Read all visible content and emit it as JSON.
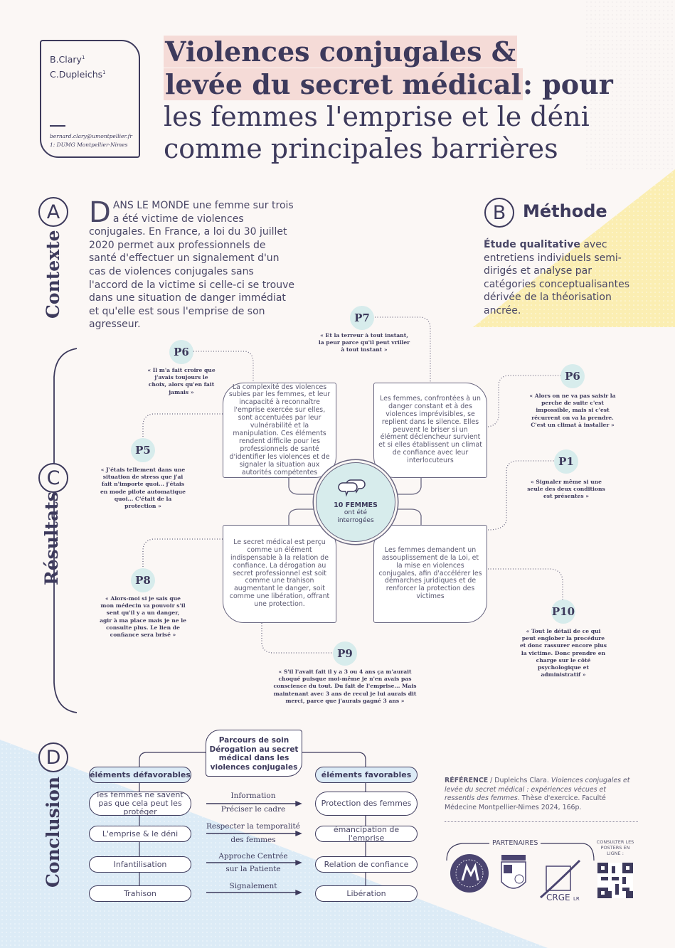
{
  "authors": {
    "names": [
      "B.Clary",
      "C.Dupleichs"
    ],
    "sup": "1",
    "email": "bernard.clary@umontpellier.fr",
    "affiliation": "1: DUMG Montpellier-Nimes"
  },
  "title": {
    "line1": "Violences conjugales &",
    "line2_bold": "levée du secret médical",
    "line2_rest": ": pour",
    "line3": "les femmes l'emprise et le déni",
    "line4": "comme principales barrières"
  },
  "sections": {
    "a_letter": "A",
    "a_label": "Contexte",
    "b_letter": "B",
    "b_label": "Méthode",
    "c_letter": "C",
    "c_label": "Résultats",
    "d_letter": "D",
    "d_label": "Conclusion"
  },
  "context": {
    "dropcap": "D",
    "lead": "ANS LE MONDE",
    "text": " une femme sur trois a été victime de violences conjugales. En France, a loi du 30 juillet 2020 permet aux professionnels de santé d'effectuer un signalement d'un cas de violences conjugales sans l'accord de la victime si celle-ci se trouve dans une situation de danger immédiat et qu'elle est sous l'emprise de son agresseur."
  },
  "method": {
    "bold": "Étude qualitative",
    "text": " avec entretiens individuels semi-dirigés et analyse par catégories conceptualisantes dérivée de la théorisation ancrée."
  },
  "results": {
    "center_bold": "10 FEMMES",
    "center_text": "ont été interrogées",
    "boxes": [
      "La complexité des violences subies par les femmes, et leur incapacité à reconnaître l'emprise exercée sur elles, sont accentuées par leur vulnérabilité et la manipulation. Ces éléments rendent difficile pour les professionnels de santé d'identifier les violences et de signaler la situation aux autorités compétentes",
      "Les femmes, confrontées à un danger constant et à des violences imprévisibles, se replient dans le silence. Elles peuvent le briser si un élément déclencheur survient et si elles établissent un climat de confiance avec leur interlocuteurs",
      "Le secret médical est perçu comme un élément indispensable à la relation de confiance. La dérogation au secret professionnel est soit comme une trahison augmentant le danger, soit comme une libération, offrant une protection.",
      "Les femmes demandent un assouplissement de la Loi, et la mise en violences conjugales, afin d'accélérer les démarches juridiques et de renforcer la protection des victimes"
    ],
    "quotes": [
      {
        "id": "P6",
        "text": "« Il m'a fait croire que j'avais toujours le choix, alors qu'en fait jamais »"
      },
      {
        "id": "P5",
        "text": "« J'étais tellement dans une situation de stress que j'ai fait n'importe quoi... j'étais en mode pilote automatique quoi... C'était de la protection »"
      },
      {
        "id": "P7",
        "text": "« Et la terreur à tout instant, la peur parce qu'il peut vriller à tout instant »"
      },
      {
        "id": "P6",
        "text": "« Alors on ne va pas saisir la perche de suite c'est impossible, mais si c'est récurrent on va la prendre. C'est un climat à installer »"
      },
      {
        "id": "P1",
        "text": "« Signaler même si une seule des deux conditions est présentes »"
      },
      {
        "id": "P8",
        "text": "« Alors-moi si je sais que mon médecin va pouvoir s'il sent qu'il y a un danger, agir à ma place mais je ne le consulte plus. Le lien de confiance sera brisé »"
      },
      {
        "id": "P9",
        "text": "« S'il l'avait fait il y a 3 ou 4 ans ça m'aurait choqué puisque moi-même je n'en avais pas conscience du tout. Du fait de l'emprise... Mais maintenant avec 3 ans de recul je lui aurais dit merci, parce que j'aurais gagné 3 ans »"
      },
      {
        "id": "P10",
        "text": "« Tout le détail de ce qui peut englober la procédure et donc rassurer encore plus la victime. Donc prendre en charge sur le côté psychologique et administratif »"
      }
    ]
  },
  "conclusion": {
    "center": "Parcours de soin Dérogation au secret médical dans les violences conjugales",
    "left_head": "éléments défavorables",
    "right_head": "éléments favorables",
    "left": [
      "les femmes ne savent pas que cela peut les protéger",
      "L'emprise & le déni",
      "Infantilisation",
      "Trahison"
    ],
    "right": [
      "Protection des femmes",
      "émancipation de l'emprise",
      "Relation de confiance",
      "Libération"
    ],
    "arrows": [
      {
        "above": "Information",
        "below": "Préciser le cadre"
      },
      {
        "above": "Respecter la temporalité",
        "below": "des femmes"
      },
      {
        "above": "Approche Centrée",
        "below": "sur la Patiente"
      },
      {
        "above": "Signalement",
        "below": ""
      }
    ]
  },
  "reference": {
    "label": "RÉFÉRENCE",
    "author": " / Dupleichs Clara. ",
    "title": "Violences conjugales et levée du secret médical : expériences vécues et ressentis des femmes",
    "rest": ". Thèse d'exercice. Faculté Médecine Montpellier-Nimes 2024, 166p."
  },
  "partners": {
    "label": "PARTENAIRES",
    "logos": [
      "UNIVERSITÉ DE MONTPELLIER",
      "FACULTÉ DE MÉDECINE",
      "CRGE LR"
    ],
    "crge": "CRGE",
    "lr": "LR",
    "consult": "CONSULTER LES POSTERS EN LIGNE :"
  },
  "colors": {
    "ink": "#3d3a5c",
    "highlight": "#f5dbd7",
    "teal": "#d7ecec",
    "yellow": "#fbeeb2",
    "blue": "#dcebf6"
  }
}
